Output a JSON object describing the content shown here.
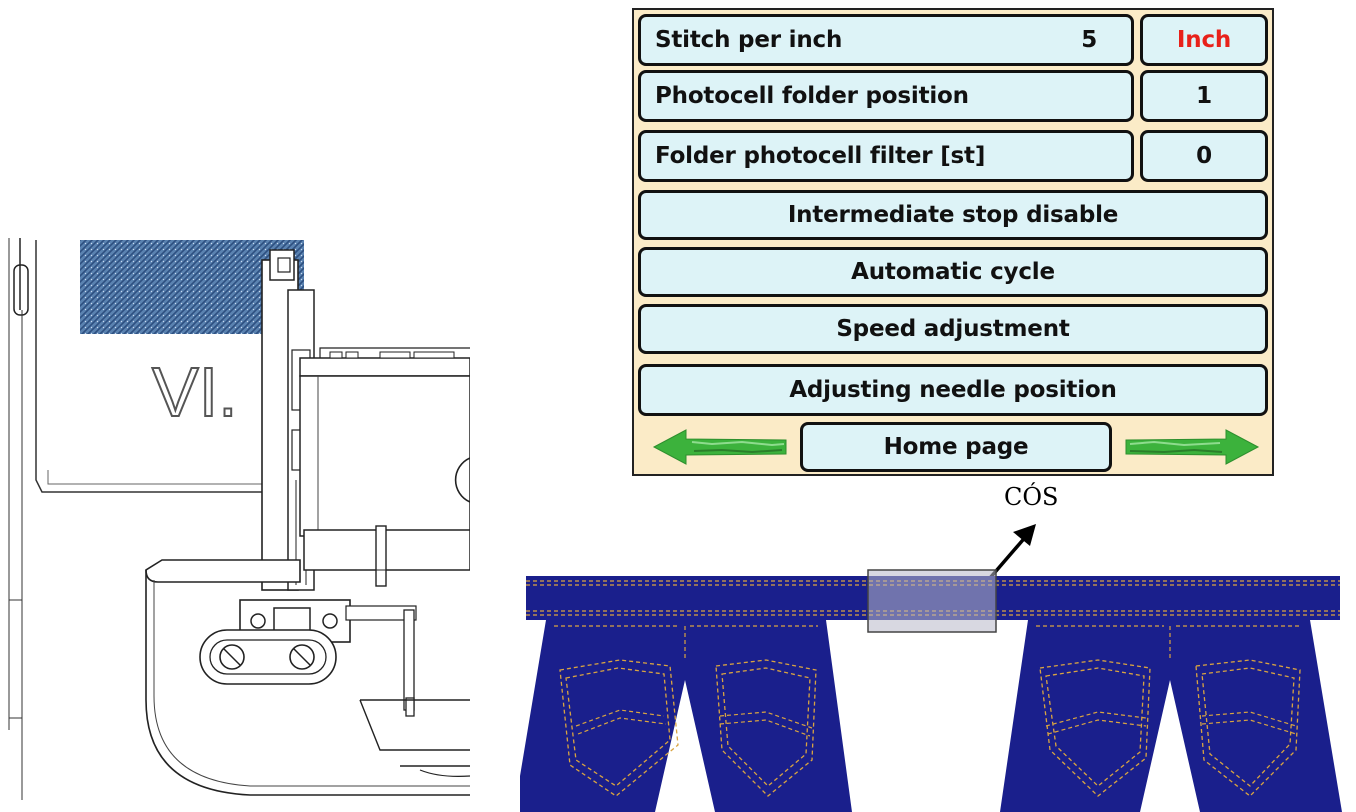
{
  "hmi": {
    "rows": [
      {
        "label": "Stitch per inch",
        "value": "5",
        "unit": "Inch"
      },
      {
        "label": "Photocell folder position",
        "value": "1"
      },
      {
        "label": "Folder photocell filter [st]",
        "value": "0"
      }
    ],
    "menu": [
      "Intermediate stop disable",
      "Automatic cycle",
      "Speed adjustment",
      "Adjusting needle position"
    ],
    "nav": {
      "home_label": "Home page",
      "prev_icon": "left-arrow-icon",
      "next_icon": "right-arrow-icon"
    },
    "colors": {
      "panel_bg": "#fbebc7",
      "button_bg": "#ddf3f7",
      "unit_text": "#e8211a",
      "arrow": "#3cb23c"
    }
  },
  "figure": {
    "station_label": "VI.",
    "callout_label": "CÓS",
    "colors": {
      "denim": "#1a1f8c",
      "stitch": "#d9a441",
      "fabric_swatch": "#3f6b9e"
    }
  }
}
